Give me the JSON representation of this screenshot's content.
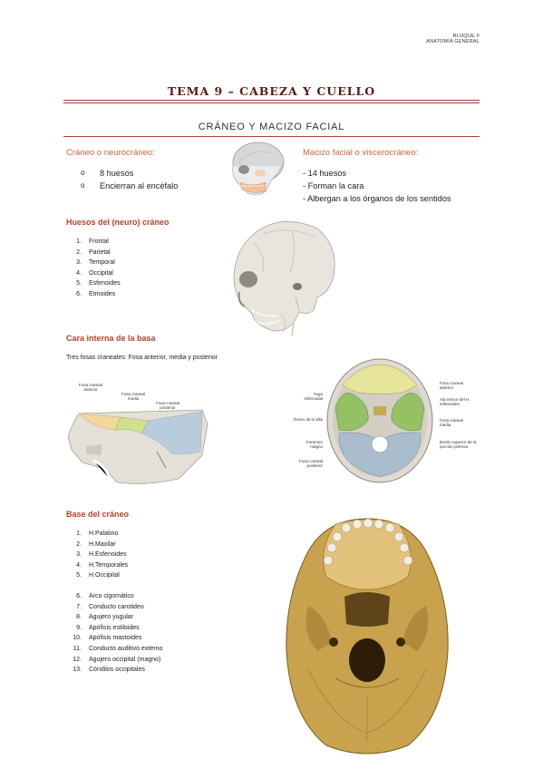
{
  "header": {
    "line1": "BLOQUE II",
    "line2": "ANATOMÍA GENERAL"
  },
  "title": "TEMA 9 – CABEZA Y CUELLO",
  "subtitle": "CRÁNEO Y MACIZO FACIAL",
  "neuro": {
    "heading": "Cráneo o neurocráneo:",
    "bullet_marker": "o",
    "items": [
      "8 huesos",
      "Encierran al encéfalo"
    ]
  },
  "visc": {
    "heading": "Macizo facial o viscerocráneo:",
    "items": [
      "- 14 huesos",
      "- Forman la cara",
      "- Albergan a los órganos de los sentidos"
    ]
  },
  "huesos": {
    "heading": "Huesos del (neuro) cráneo",
    "items": [
      {
        "n": "1.",
        "t": "Frontal"
      },
      {
        "n": "2.",
        "t": "Parietal"
      },
      {
        "n": "3.",
        "t": "Temporal"
      },
      {
        "n": "4.",
        "t": "Occipital"
      },
      {
        "n": "5.",
        "t": "Esfenoides"
      },
      {
        "n": "6.",
        "t": "Etmoides"
      }
    ]
  },
  "interna": {
    "heading": "Cara interna de la basa",
    "text": "Tres fosas craneales: Fosa anterior, media y posterior",
    "left_labels": [
      "Fosa craneal anterior",
      "Fosa craneal media",
      "Fosa craneal posterior"
    ],
    "right_labels_left": [
      "Yugo esfenoidal",
      "Dorso de la silla",
      "Foramen magno",
      "Fosa craneal posterior"
    ],
    "right_labels_right": [
      "Fosa craneal anterior",
      "Ala menor del H. esfenoides",
      "Fosa craneal media",
      "Borde superior de la porción petrosa"
    ]
  },
  "base": {
    "heading": "Base del cráneo",
    "group1": [
      {
        "n": "1.",
        "t": "H.Palatino"
      },
      {
        "n": "2.",
        "t": "H.Maxilar"
      },
      {
        "n": "3.",
        "t": "H.Esfenoides"
      },
      {
        "n": "4.",
        "t": "H.Temporales"
      },
      {
        "n": "5.",
        "t": "H.Occipital"
      }
    ],
    "group2": [
      {
        "n": "6.",
        "t": "Arco cigomático"
      },
      {
        "n": "7.",
        "t": "Conducto carotideo"
      },
      {
        "n": "8.",
        "t": "Agujero yugular"
      },
      {
        "n": "9.",
        "t": "Apófisis estiloides"
      },
      {
        "n": "10.",
        "t": "Apófisis mastoides"
      },
      {
        "n": "11.",
        "t": "Conducto auditivo externo"
      },
      {
        "n": "12.",
        "t": "Agujero occipital (magno)"
      },
      {
        "n": "13.",
        "t": "Cóndilos occipitales"
      }
    ]
  },
  "colors": {
    "title": "#5b1a14",
    "rule": "#a8403a",
    "section": "#b5412a",
    "accent": "#c9663a"
  }
}
